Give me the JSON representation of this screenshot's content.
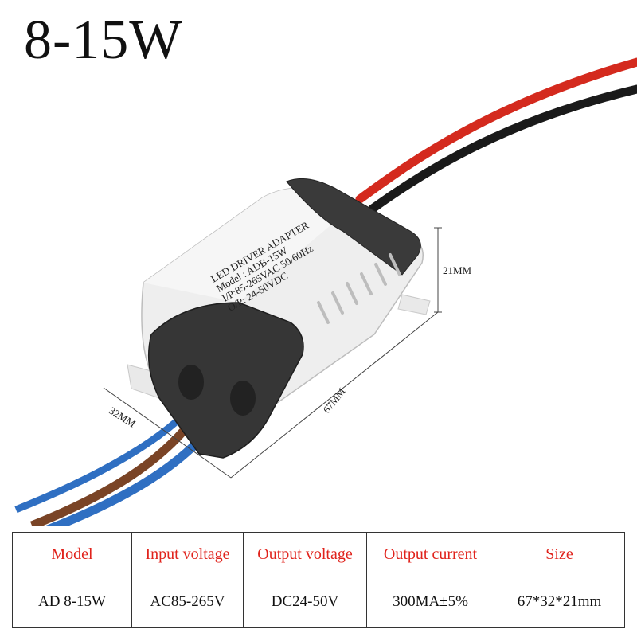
{
  "title": "8-15W",
  "product": {
    "label_lines": [
      "LED DRIVER ADAPTER",
      "Model : ADB-15W",
      "I/P:85-265VAC 50/60Hz",
      "O/P: 24-50VDC"
    ],
    "dimensions": {
      "height": "21MM",
      "length": "67MM",
      "width": "32MM"
    }
  },
  "colors": {
    "header_text": "#e0231c",
    "cable_red": "#d42a1e",
    "cable_black": "#1a1a1a",
    "cable_blue": "#2f6fc2",
    "cable_brown": "#7a4426"
  },
  "spec_table": {
    "headers": [
      "Model",
      "Input voltage",
      "Output voltage",
      "Output current",
      "Size"
    ],
    "values": [
      "AD 8-15W",
      "AC85-265V",
      "DC24-50V",
      "300MA±5%",
      "67*32*21mm"
    ]
  }
}
